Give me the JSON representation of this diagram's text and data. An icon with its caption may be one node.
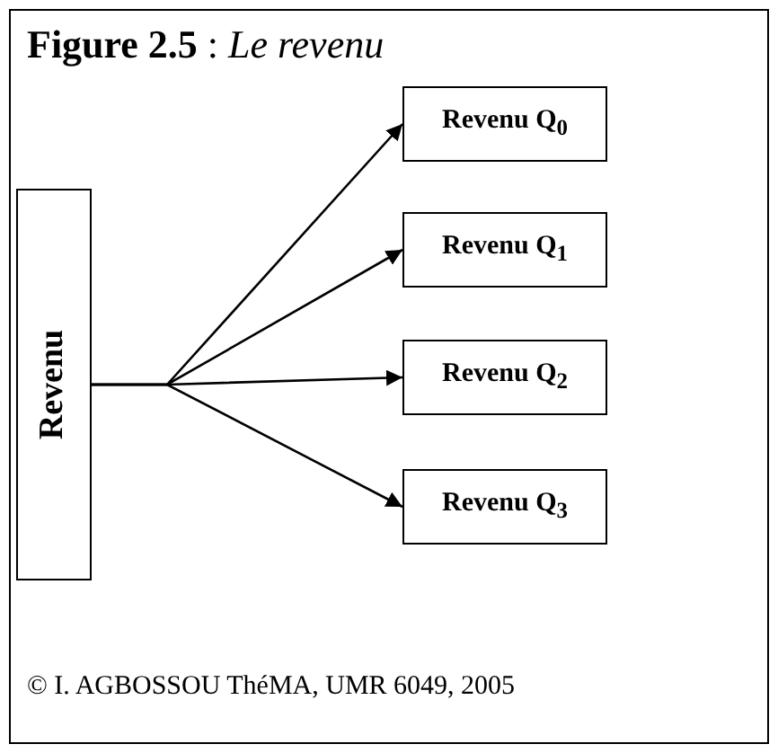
{
  "diagram": {
    "title": "**Figure 2.5** : *Le revenu*",
    "nodes": [
      {
        "text": [
          "Revenu"
        ]
      },
      {
        "text": [
          "Revenu Q$_{0}$"
        ]
      },
      {
        "text": [
          "Revenu Q$_{1}$"
        ]
      },
      {
        "text": [
          "Revenu Q$_{2}$"
        ]
      },
      {
        "text": [
          "Revenu Q$_{3}$"
        ]
      }
    ],
    "edges": [
      {
        "from": 0,
        "to": 1,
        "arrow": "to"
      },
      {
        "from": 0,
        "to": 2,
        "arrow": "to"
      },
      {
        "from": 0,
        "to": 3,
        "arrow": "to"
      },
      {
        "from": 0,
        "to": 4,
        "arrow": "to"
      }
    ],
    "caption": "© I. AGBOSSOU ThéMA, UMR 6049, 2005"
  }
}
